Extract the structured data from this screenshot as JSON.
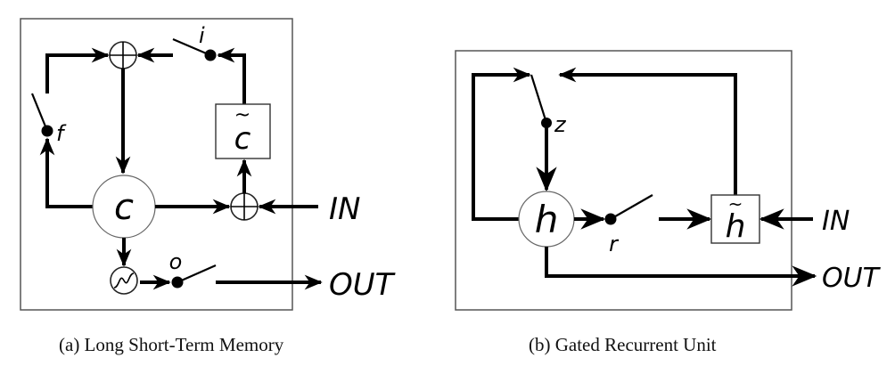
{
  "figure": {
    "panels": [
      {
        "id": "lstm",
        "caption": "(a) Long Short-Term Memory",
        "labels": {
          "memory_cell": "c",
          "candidate": "c̃",
          "candidate_base": "c",
          "tilde": "~",
          "forget_gate": "f",
          "input_gate": "i",
          "output_gate": "o",
          "input": "IN",
          "output": "OUT"
        }
      },
      {
        "id": "gru",
        "caption": "(b) Gated Recurrent Unit",
        "labels": {
          "hidden_state": "h",
          "candidate": "h̃",
          "candidate_base": "h",
          "tilde": "~",
          "update_gate": "z",
          "reset_gate": "r",
          "input": "IN",
          "output": "OUT"
        }
      }
    ]
  }
}
